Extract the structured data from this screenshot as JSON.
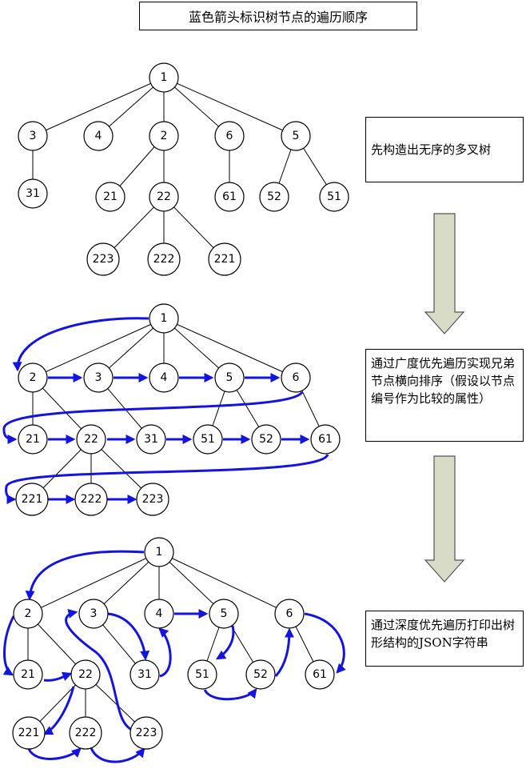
{
  "title": "蓝色箭头标识树节点的遍历顺序",
  "descriptions": {
    "step1": "先构造出无序的多叉树",
    "step2": "通过广度优先遍历实现兄弟节点横向排序（假设以节点编号作为比较的属性）",
    "step3": "通过深度优先遍历打印出树形结构的JSON字符串"
  },
  "colors": {
    "traversal_arrow": "#1414e0",
    "process_arrow": "#d8dcc6"
  },
  "trees": [
    {
      "id": "unordered",
      "nodes": [
        "1",
        "3",
        "4",
        "2",
        "6",
        "5",
        "31",
        "21",
        "22",
        "61",
        "52",
        "51",
        "223",
        "222",
        "221"
      ],
      "edges": [
        [
          "1",
          "3"
        ],
        [
          "1",
          "4"
        ],
        [
          "1",
          "2"
        ],
        [
          "1",
          "6"
        ],
        [
          "1",
          "5"
        ],
        [
          "3",
          "31"
        ],
        [
          "2",
          "21"
        ],
        [
          "2",
          "22"
        ],
        [
          "6",
          "61"
        ],
        [
          "5",
          "52"
        ],
        [
          "5",
          "51"
        ],
        [
          "22",
          "223"
        ],
        [
          "22",
          "222"
        ],
        [
          "22",
          "221"
        ]
      ]
    },
    {
      "id": "bfs",
      "nodes": [
        "1",
        "2",
        "3",
        "4",
        "5",
        "6",
        "21",
        "22",
        "31",
        "51",
        "52",
        "61",
        "221",
        "222",
        "223"
      ],
      "traversal": [
        "1",
        "2",
        "3",
        "4",
        "5",
        "6",
        "21",
        "22",
        "31",
        "51",
        "52",
        "61",
        "221",
        "222",
        "223"
      ]
    },
    {
      "id": "dfs",
      "nodes": [
        "1",
        "2",
        "3",
        "4",
        "5",
        "6",
        "21",
        "22",
        "31",
        "51",
        "52",
        "61",
        "221",
        "222",
        "223"
      ],
      "traversal": [
        "1",
        "2",
        "21",
        "22",
        "221",
        "222",
        "223",
        "3",
        "31",
        "4",
        "5",
        "51",
        "52",
        "6",
        "61"
      ]
    }
  ]
}
